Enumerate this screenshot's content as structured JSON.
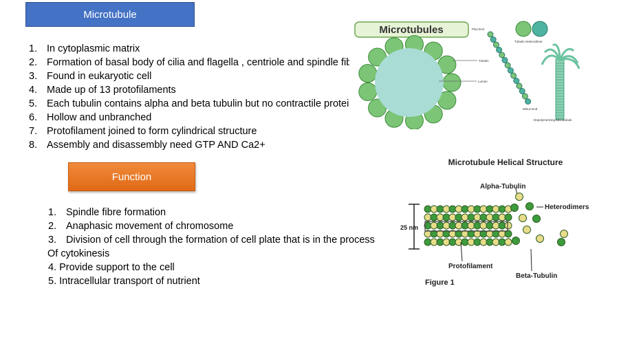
{
  "title": "Microtubule",
  "features": [
    {
      "n": "1.",
      "text": "In cytoplasmic matrix"
    },
    {
      "n": "2.",
      "text": "Formation of basal body of cilia and flagella , centriole and spindle fibre"
    },
    {
      "n": "3.",
      "text": "Found in eukaryotic cell"
    },
    {
      "n": "4.",
      "text": "Made up of 13 protofilaments"
    },
    {
      "n": "5.",
      "text": "Each tubulin contains alpha and beta tubulin but no contractile protein"
    },
    {
      "n": "6.",
      "text": "Hollow and unbranched"
    },
    {
      "n": "7.",
      "text": "Protofilament joined to form cylindrical structure"
    },
    {
      "n": "8.",
      "text": "Assembly and disassembly need GTP AND Ca2+"
    }
  ],
  "function_label": "Function",
  "functions": [
    {
      "n": "1.",
      "text": "Spindle fibre formation"
    },
    {
      "n": "2.",
      "text": "Anaphasic movement of chromosome"
    },
    {
      "n": "3.",
      "text": "Division of cell through the formation of cell plate that is in the process"
    }
  ],
  "function_cont": "Of cytokinesis",
  "function_4": "4. Provide support to the cell",
  "function_5": "5. Intracellular transport of nutrient",
  "fig1": {
    "heading": "Microtubules",
    "plus_end": "Plus End",
    "heterodimer": "Tubulin Heterodimer",
    "tubulin": "Tubulin",
    "lumen": "Lumen",
    "minus_end": "Minus End",
    "depoly": "Depolymerizing Microtubule"
  },
  "fig2": {
    "title": "Microtubule Helical Structure",
    "alpha": "Alpha-Tubulin",
    "heterodimers": "Heterodimers",
    "size": "25 nm",
    "protofilament": "Protofilament",
    "beta": "Beta-Tubulin",
    "caption": "Figure 1"
  }
}
